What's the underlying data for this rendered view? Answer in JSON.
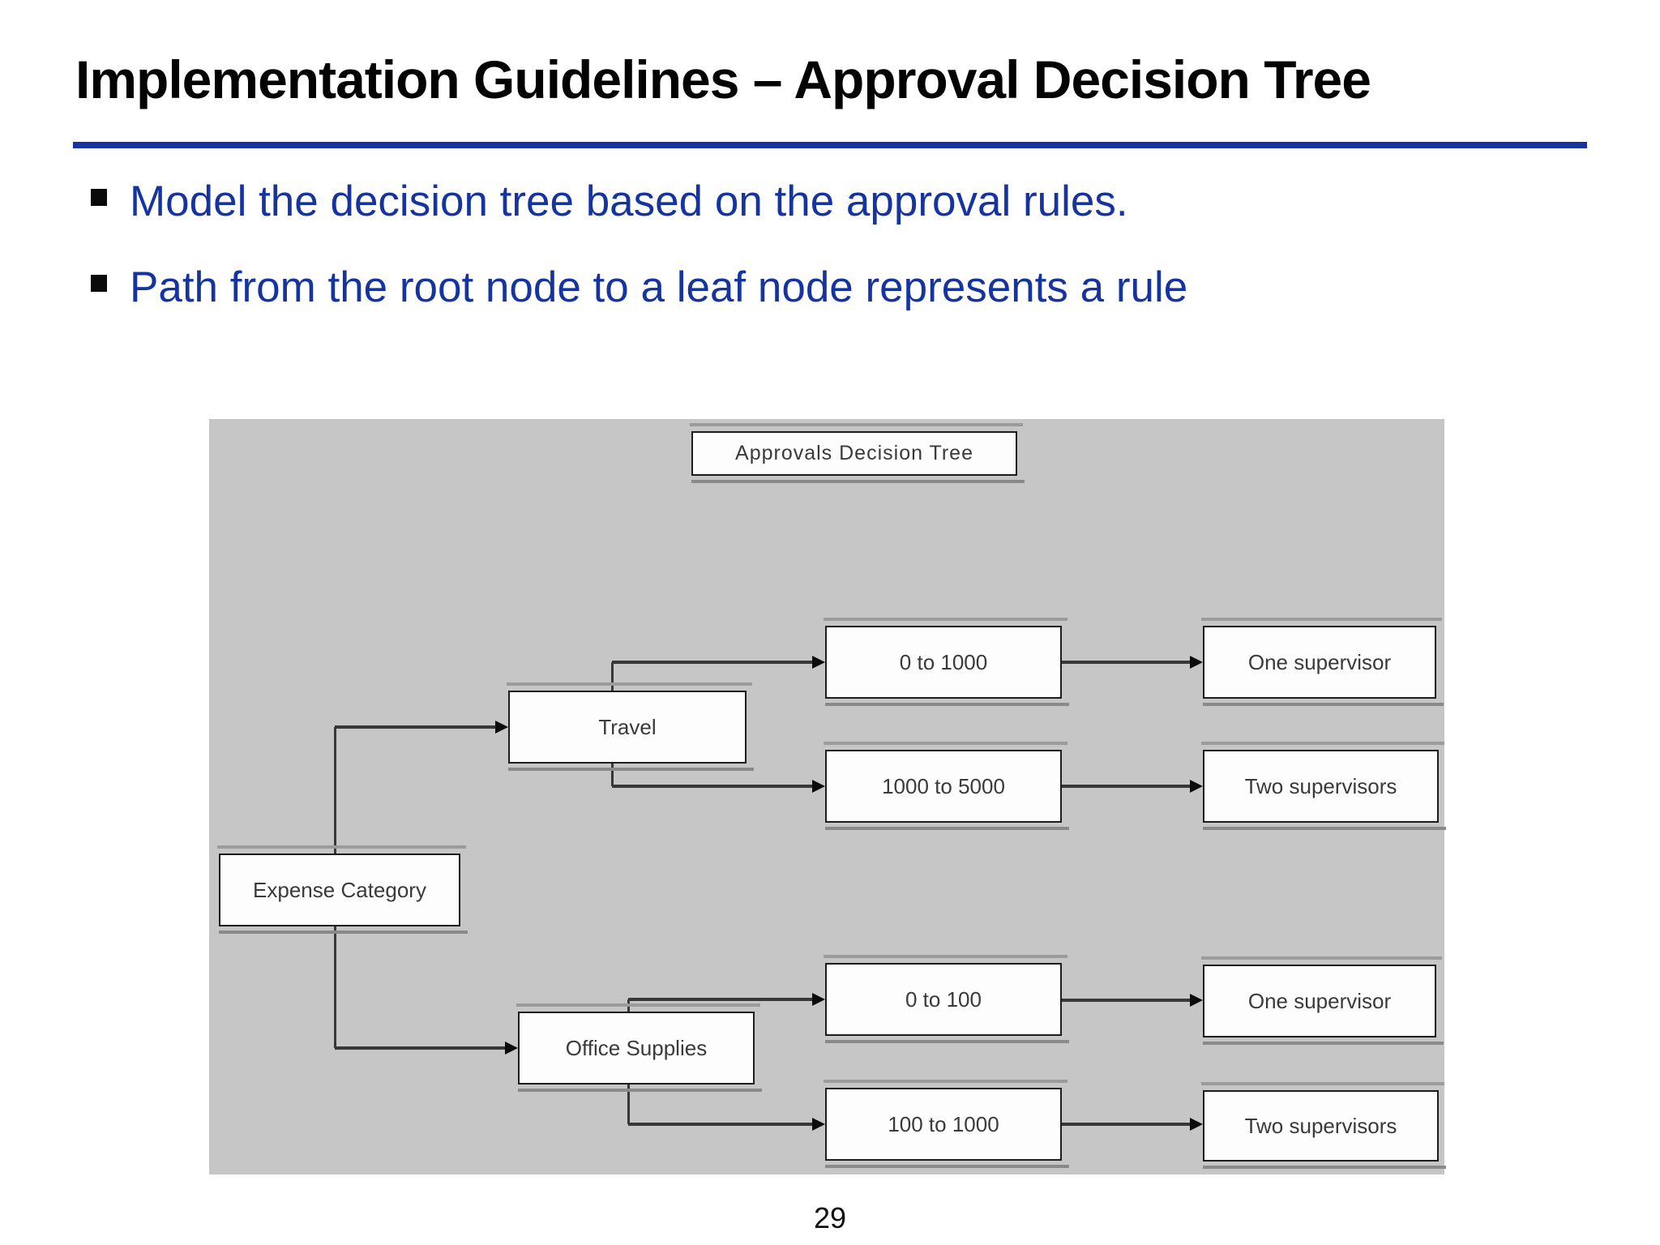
{
  "slide": {
    "title": "Implementation Guidelines – Approval Decision Tree",
    "bullets": [
      "Model the decision tree based on the approval rules.",
      "Path from the root node to a leaf node represents a rule"
    ],
    "page_number": "29",
    "colors": {
      "title_rule": "#1733a2",
      "bullet_text": "#16349f",
      "diagram_background": "#c6c6c6"
    }
  },
  "diagram": {
    "nodes": [
      {
        "id": "title",
        "label": "Approvals Decision Tree"
      },
      {
        "id": "expense",
        "label": "Expense Category"
      },
      {
        "id": "travel",
        "label": "Travel"
      },
      {
        "id": "office",
        "label": "Office Supplies"
      },
      {
        "id": "r0_1000",
        "label": "0 to 1000"
      },
      {
        "id": "r1000_5000",
        "label": "1000 to 5000"
      },
      {
        "id": "r0_100",
        "label": "0 to 100"
      },
      {
        "id": "r100_1000",
        "label": "100 to 1000"
      },
      {
        "id": "sup1",
        "label": "One supervisor"
      },
      {
        "id": "sup2",
        "label": "Two supervisors"
      },
      {
        "id": "sup3",
        "label": "One supervisor"
      },
      {
        "id": "sup4",
        "label": "Two supervisors"
      }
    ],
    "edges": [
      {
        "from": "expense",
        "to": "travel"
      },
      {
        "from": "expense",
        "to": "office"
      },
      {
        "from": "travel",
        "to": "r0_1000"
      },
      {
        "from": "travel",
        "to": "r1000_5000"
      },
      {
        "from": "office",
        "to": "r0_100"
      },
      {
        "from": "office",
        "to": "r100_1000"
      },
      {
        "from": "r0_1000",
        "to": "sup1"
      },
      {
        "from": "r1000_5000",
        "to": "sup2"
      },
      {
        "from": "r0_100",
        "to": "sup3"
      },
      {
        "from": "r100_1000",
        "to": "sup4"
      }
    ]
  }
}
